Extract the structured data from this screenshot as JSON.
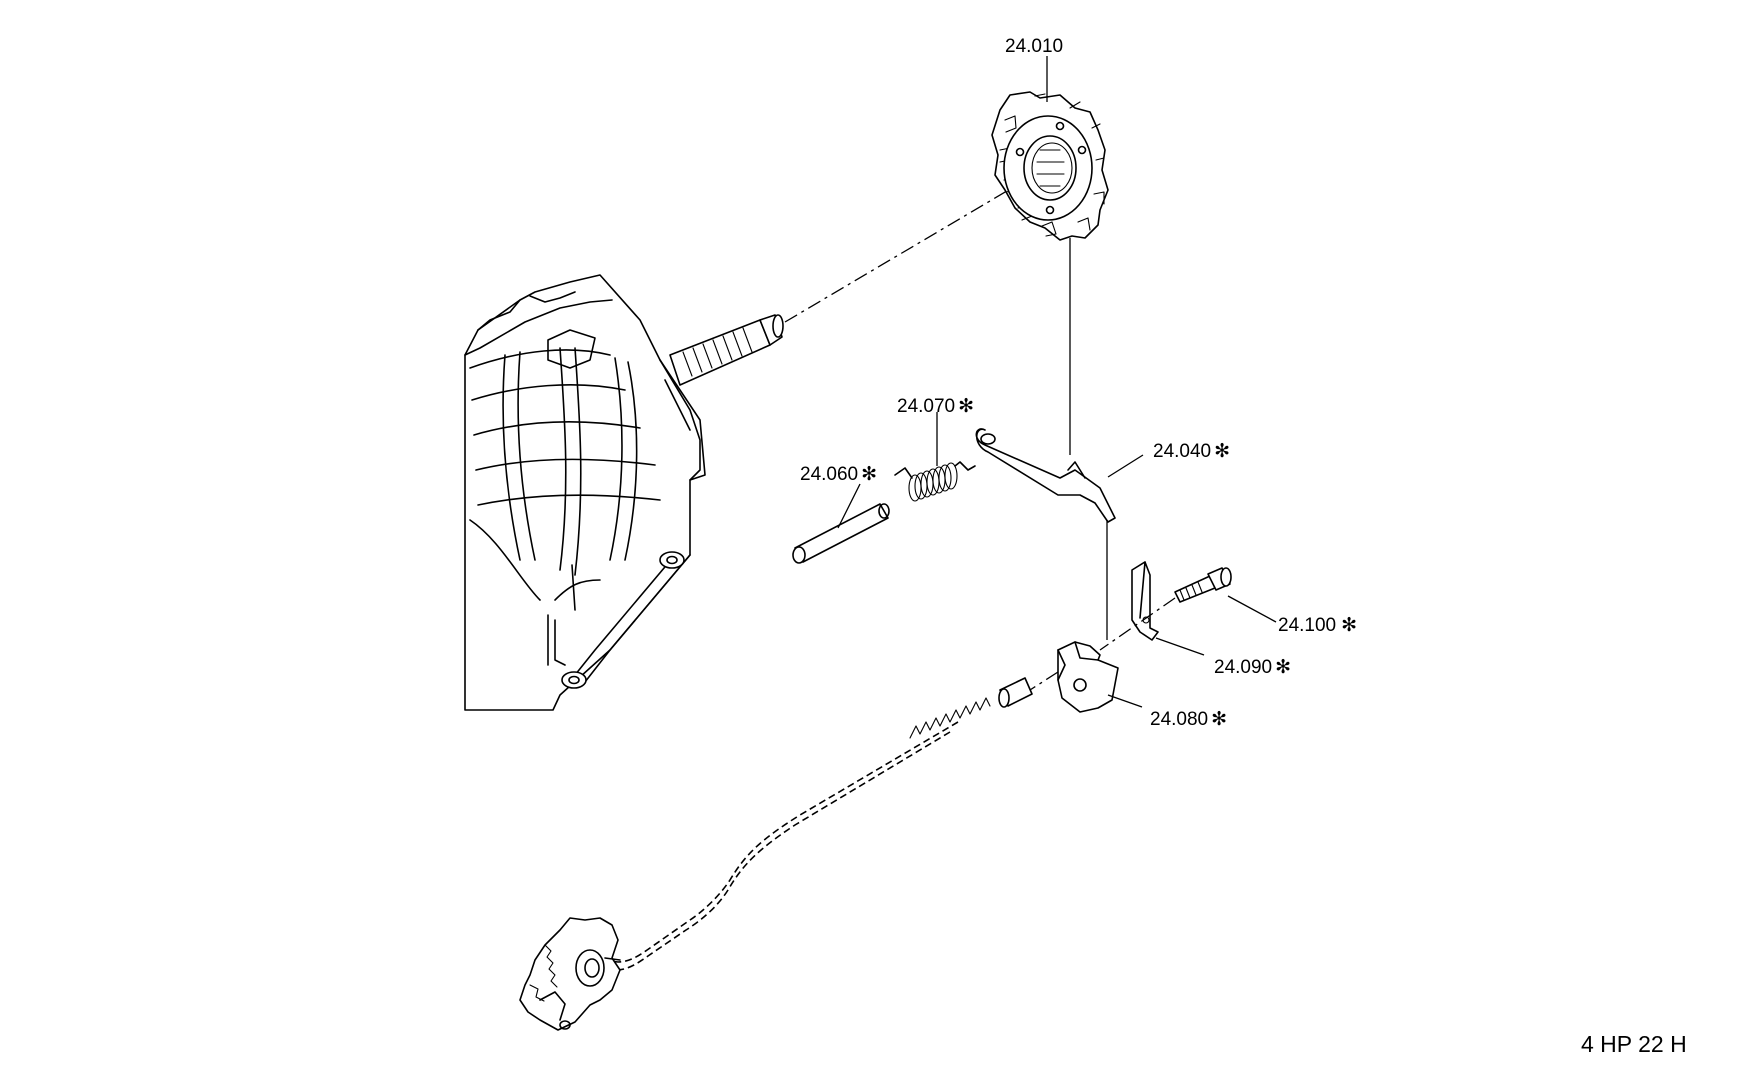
{
  "diagram": {
    "model_code": "4 HP 22 H",
    "parts": [
      {
        "id": "24.010",
        "label": "24.010",
        "asterisk": ""
      },
      {
        "id": "24.070",
        "label": "24.070",
        "asterisk": "✻"
      },
      {
        "id": "24.060",
        "label": "24.060",
        "asterisk": "✻"
      },
      {
        "id": "24.040",
        "label": "24.040",
        "asterisk": "✻"
      },
      {
        "id": "24.100",
        "label": "24.100",
        "asterisk": "✻"
      },
      {
        "id": "24.090",
        "label": "24.090",
        "asterisk": "✻"
      },
      {
        "id": "24.080",
        "label": "24.080",
        "asterisk": "✻"
      }
    ]
  }
}
